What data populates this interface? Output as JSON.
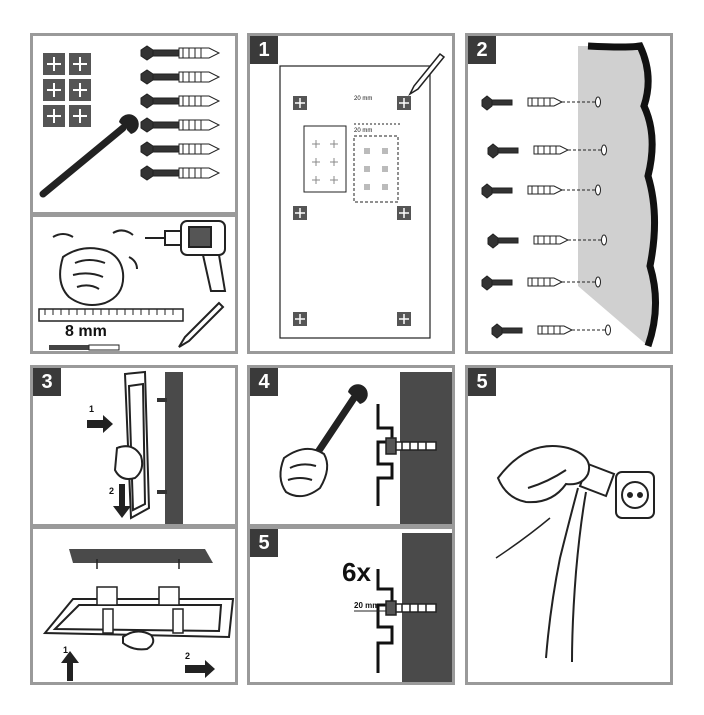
{
  "steps": {
    "s1": "1",
    "s2": "2",
    "s3": "3",
    "s4": "4",
    "s5a": "5",
    "s5b": "5"
  },
  "labels": {
    "drill_size": "8 mm",
    "dim_top": "20 mm",
    "dim_mid": "20 mm",
    "dim_bottom": "20 mm",
    "count": "6x",
    "arrow1": "1",
    "arrow2": "2"
  },
  "icons": [
    "tiles-icon",
    "screw-anchor-icon",
    "wrench-icon",
    "hand-icon",
    "drill-icon",
    "ruler-icon",
    "pencil-icon",
    "wall-icon",
    "plug-icon",
    "socket-icon"
  ],
  "colors": {
    "frame": "#9a9a9a",
    "dark": "#3a3a3a",
    "wall": "#d0d0d0"
  }
}
